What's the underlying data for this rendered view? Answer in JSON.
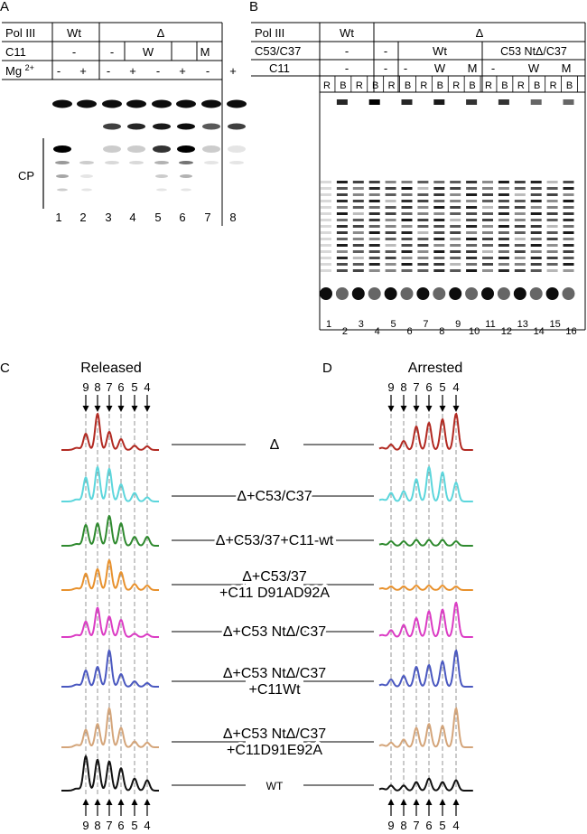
{
  "panel_a": {
    "letter": "A",
    "header_rows": [
      {
        "label": "Pol III",
        "groups": [
          "Wt",
          "Δ"
        ]
      },
      {
        "label": "C11",
        "groups": [
          "-",
          "-",
          "W",
          "M"
        ]
      },
      {
        "label": "Mg 2+",
        "signs": [
          "-",
          "+",
          "-",
          "+",
          "-",
          "+",
          "-",
          "+"
        ]
      }
    ],
    "lane_numbers": [
      "1",
      "2",
      "3",
      "4",
      "5",
      "6",
      "7",
      "8"
    ],
    "bracket_label": "CP"
  },
  "panel_b": {
    "letter": "B",
    "header_rows": [
      {
        "label": "Pol III",
        "groups": [
          "Wt",
          "Δ"
        ]
      },
      {
        "label": "C53/C37",
        "groups": [
          "-",
          "-",
          "Wt",
          "C53 NtΔ/C37"
        ]
      },
      {
        "label": "C11",
        "groups": [
          "-",
          "-",
          "-",
          "W",
          "M",
          "-",
          "W",
          "M"
        ]
      }
    ],
    "rb_labels": [
      "R",
      "B",
      "R",
      "B",
      "R",
      "B",
      "R",
      "B",
      "R",
      "B",
      "R",
      "B",
      "R",
      "B",
      "R",
      "B"
    ],
    "lane_numbers": [
      "1",
      "2",
      "3",
      "4",
      "5",
      "6",
      "7",
      "8",
      "9",
      "10",
      "11",
      "12",
      "13",
      "14",
      "15",
      "16"
    ]
  },
  "panel_c": {
    "letter": "C",
    "title": "Released",
    "top_positions": [
      "9",
      "8",
      "7",
      "6",
      "5",
      "4"
    ],
    "bottom_positions": [
      "9",
      "8",
      "7",
      "6",
      "5",
      "4"
    ]
  },
  "panel_d": {
    "letter": "D",
    "title": "Arrested",
    "top_positions": [
      "9",
      "8",
      "7",
      "6",
      "5",
      "4"
    ],
    "bottom_positions": [
      "9",
      "8",
      "7",
      "6",
      "5",
      "4"
    ]
  },
  "traces": [
    {
      "label_lines": [
        "Δ"
      ],
      "color": "#b22a22",
      "released": [
        0.45,
        1.0,
        0.5,
        0.3,
        0.12,
        0.1
      ],
      "arrested": [
        0.15,
        0.25,
        0.65,
        0.75,
        0.85,
        1.0
      ]
    },
    {
      "label_lines": [
        "Δ+C53/C37"
      ],
      "color": "#5cd6dc",
      "released": [
        0.7,
        1.0,
        0.95,
        0.5,
        0.25,
        0.12
      ],
      "arrested": [
        0.25,
        0.3,
        0.65,
        1.0,
        0.85,
        0.55
      ]
    },
    {
      "label_lines": [
        "Δ+C53/37+C11-wt"
      ],
      "color": "#2f8a2f",
      "released": [
        0.7,
        0.75,
        1.0,
        0.75,
        0.3,
        0.3
      ],
      "arrested": [
        0.15,
        0.15,
        0.2,
        0.2,
        0.2,
        0.15
      ]
    },
    {
      "label_lines": [
        "Δ+C53/37",
        "+C11 D91AD92A"
      ],
      "color": "#e8912d",
      "released": [
        0.55,
        0.7,
        1.0,
        0.6,
        0.2,
        0.15
      ],
      "arrested": [
        0.12,
        0.12,
        0.15,
        0.15,
        0.15,
        0.12
      ]
    },
    {
      "label_lines": [
        "Δ+C53 NtΔ/C37"
      ],
      "color": "#db3cc4",
      "released": [
        0.45,
        0.85,
        0.6,
        0.5,
        0.1,
        0.08
      ],
      "arrested": [
        0.2,
        0.35,
        0.55,
        0.75,
        0.8,
        1.0
      ]
    },
    {
      "label_lines": [
        "Δ+C53 NtΔ/C37",
        "+C11Wt"
      ],
      "color": "#4a58c0",
      "released": [
        0.45,
        0.55,
        1.0,
        0.35,
        0.15,
        0.1
      ],
      "arrested": [
        0.2,
        0.3,
        0.55,
        0.6,
        0.7,
        1.0
      ]
    },
    {
      "label_lines": [
        "Δ+C53 NtΔ/C37",
        "+C11D91E92A"
      ],
      "color": "#d4a57a",
      "released": [
        0.45,
        0.6,
        1.0,
        0.5,
        0.15,
        0.12
      ],
      "arrested": [
        0.12,
        0.2,
        0.5,
        0.6,
        0.55,
        1.0
      ]
    },
    {
      "label_lines": [
        "WT"
      ],
      "color": "#111111",
      "released": [
        1.0,
        0.9,
        0.85,
        0.65,
        0.35,
        0.3
      ],
      "arrested": [
        0.15,
        0.15,
        0.25,
        0.35,
        0.25,
        0.3
      ]
    }
  ]
}
